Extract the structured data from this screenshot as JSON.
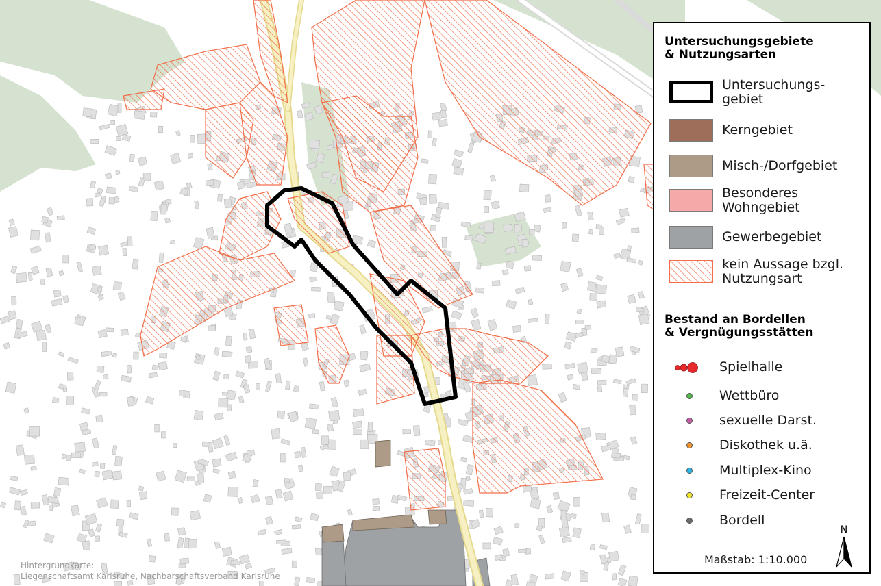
{
  "source": {
    "line1": "Hintergrundkarte:",
    "line2": "Liegenschaftsamt Karlsruhe, Nachbarschaftsverband Karlsruhe"
  },
  "legend": {
    "section1_title": "Untersuchungsgebiete\n& Nutzungsarten",
    "landuse": [
      {
        "label": "Untersuchungs-\ngebiet",
        "kind": "outline",
        "color": "#000000"
      },
      {
        "label": "Kerngebiet",
        "kind": "fill",
        "color": "#9e6e5b"
      },
      {
        "label": "Misch-/Dorfgebiet",
        "kind": "fill",
        "color": "#ad9b87"
      },
      {
        "label": "Besonderes\nWohngebiet",
        "kind": "fill",
        "color": "#f6a9a9"
      },
      {
        "label": "Gewerbegebiet",
        "kind": "fill",
        "color": "#9ea2a5"
      },
      {
        "label": "kein Aussage bzgl.\nNutzungsart",
        "kind": "hatch",
        "color": "#f26f4a"
      }
    ],
    "section2_title": "Bestand an Bordellen\n& Vergnügungsstätten",
    "poi": [
      {
        "label": "Spielhalle",
        "color": "#e8282b"
      },
      {
        "label": "Wettbüro",
        "color": "#4fb848"
      },
      {
        "label": "sexuelle Darst.",
        "color": "#c45ba6"
      },
      {
        "label": "Diskothek u.ä.",
        "color": "#f0932a"
      },
      {
        "label": "Multiplex-Kino",
        "color": "#29b5e8"
      },
      {
        "label": "Freizeit-Center",
        "color": "#f2e428"
      },
      {
        "label": "Bordell",
        "color": "#6b6b6b"
      }
    ],
    "scale": "Maßstab: 1:10.000",
    "north": "N"
  },
  "colors": {
    "forest": "#d6e2d0",
    "building": "#dcdcdc",
    "road": "#f3ebb2",
    "hatch": "#f26f4a",
    "study_area": "#000000"
  }
}
